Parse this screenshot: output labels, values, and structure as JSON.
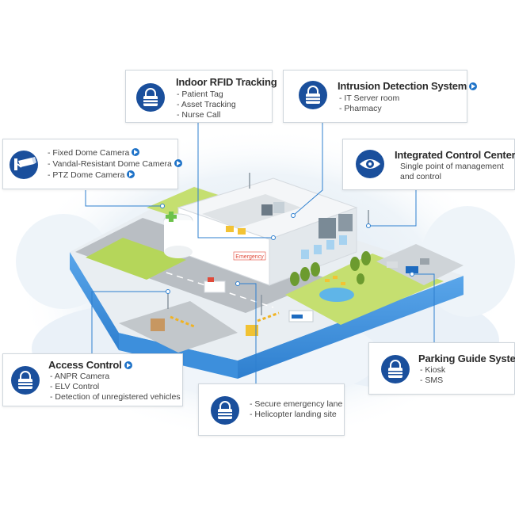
{
  "callouts": {
    "rfid": {
      "title": "Indoor RFID Tracking",
      "items": [
        "- Patient Tag",
        "- Asset Tracking",
        "- Nurse Call"
      ]
    },
    "intrusion": {
      "title": "Intrusion Detection System",
      "items": [
        "- IT Server room",
        "- Pharmacy"
      ]
    },
    "cctv": {
      "items": [
        "- Fixed Dome Camera",
        "- Vandal-Resistant Dome Camera",
        "- PTZ Dome Camera"
      ]
    },
    "control": {
      "title": "Integrated Control Center",
      "items": [
        "Single point of management",
        "and control"
      ]
    },
    "access": {
      "title": "Access Control",
      "items": [
        "- ANPR Camera",
        "- ELV Control",
        "- Detection of unregistered vehicles"
      ]
    },
    "parking": {
      "title": "Parking Guide System",
      "items": [
        "- Kiosk",
        "- SMS"
      ]
    },
    "emergency": {
      "items": [
        "- Secure emergency lane",
        "- Helicopter landing site"
      ]
    }
  },
  "scene": {
    "emergency_sign": "Emergency"
  },
  "colors": {
    "icon_blue": "#1a4f9c",
    "arrow_blue": "#1f73c8",
    "platform_side": "#3d8fdc",
    "road_gray": "#b9bec3",
    "lawn_green": "#b5d65a",
    "cloud": "#e9f1f8"
  },
  "icons": {
    "rfid": "lock-icon",
    "intrusion": "lock-icon",
    "cctv": "camera-icon",
    "control": "eye-icon",
    "access": "lock-icon",
    "parking": "lock-icon",
    "emergency": "lock-icon"
  }
}
